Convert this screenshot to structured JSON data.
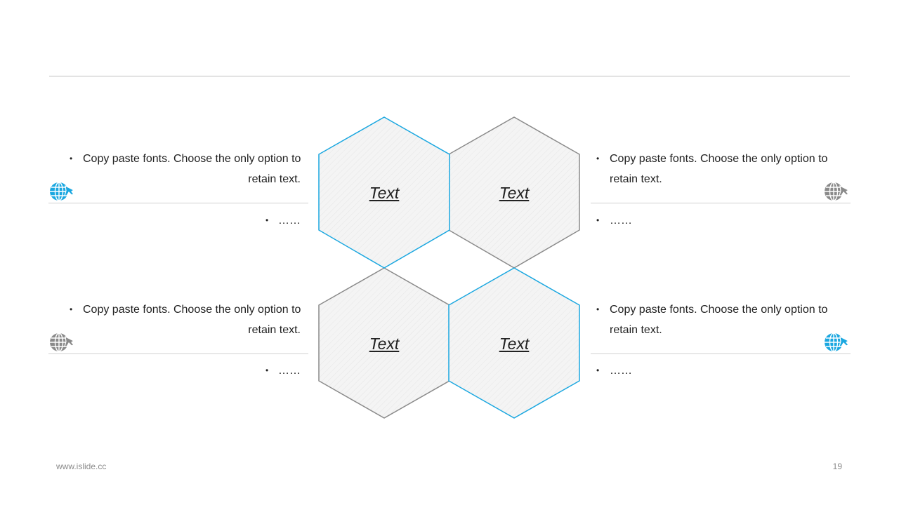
{
  "colors": {
    "accent": "#1aa7e0",
    "neutral": "#8a8a8a",
    "divider": "#d0d0d0"
  },
  "hexagons": [
    {
      "label": "Text",
      "outline": "accent"
    },
    {
      "label": "Text",
      "outline": "neutral"
    },
    {
      "label": "Text",
      "outline": "neutral"
    },
    {
      "label": "Text",
      "outline": "accent"
    }
  ],
  "blocks": {
    "top_left": {
      "line1": "Copy paste fonts. Choose the only option to",
      "line2": "retain text.",
      "sub": "……",
      "icon": "globe-plane-icon",
      "icon_color": "accent"
    },
    "top_right": {
      "line1": "Copy paste fonts. Choose the only option to",
      "line2": "retain text.",
      "sub": "……",
      "icon": "globe-plane-icon",
      "icon_color": "neutral"
    },
    "bottom_left": {
      "line1": "Copy paste fonts. Choose the only option to",
      "line2": "retain text.",
      "sub": "……",
      "icon": "globe-plane-icon",
      "icon_color": "neutral"
    },
    "bottom_right": {
      "line1": "Copy paste fonts. Choose the only option to",
      "line2": "retain text.",
      "sub": "……",
      "icon": "globe-plane-icon",
      "icon_color": "accent"
    }
  },
  "footer": {
    "url": "www.islide.cc",
    "page": "19"
  }
}
